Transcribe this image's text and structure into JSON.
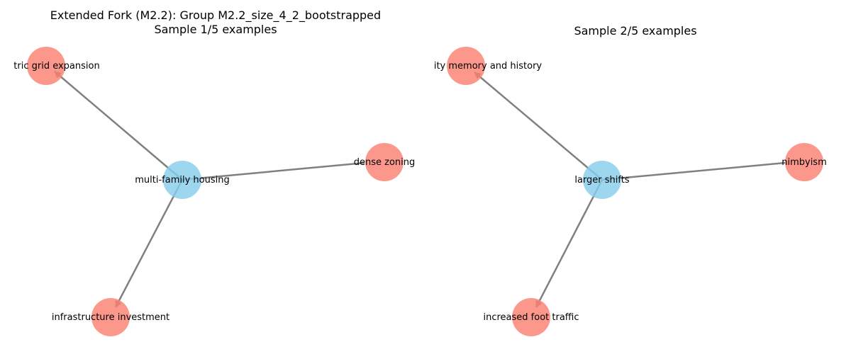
{
  "panels": [
    {
      "title_line1": "Extended Fork (M2.2): Group M2.2_size_4_2_bootstrapped",
      "title_line2": "Sample 1/5 examples",
      "center": "multi-family housing",
      "targets": [
        "tric grid expansion",
        "dense zoning",
        "infrastructure investment"
      ]
    },
    {
      "title_line1": "",
      "title_line2": "Sample 2/5 examples",
      "center": "larger shifts",
      "targets": [
        "ity memory and history",
        "nimbyism",
        "increased foot traffic"
      ]
    }
  ],
  "colors": {
    "center_node": "#87CEEB",
    "target_node": "#FA8072",
    "edge": "#808080"
  }
}
